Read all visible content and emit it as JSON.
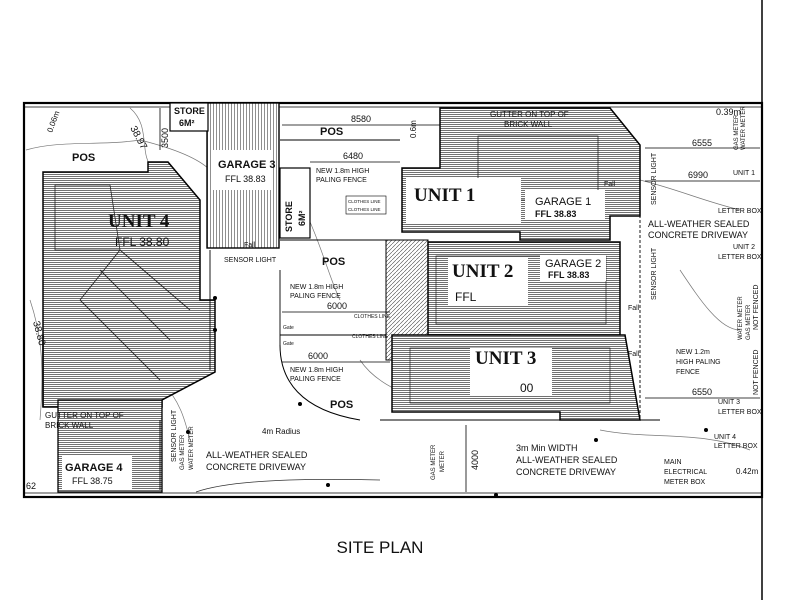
{
  "title": "SITE PLAN",
  "units": {
    "u1": "UNIT 1",
    "u2": "UNIT 2",
    "u3": "UNIT 3",
    "u4": "UNIT 4",
    "u2_ffl": "FFL",
    "u3_ffl": "00",
    "u4_ffl": "FFL 38.80"
  },
  "garages": {
    "g1": "GARAGE 1",
    "g1_ffl": "FFL 38.83",
    "g2": "GARAGE 2",
    "g2_ffl": "FFL 38.83",
    "g3": "GARAGE 3",
    "g3_ffl": "FFL 38.83",
    "g4": "GARAGE 4",
    "g4_ffl": "FFL 38.75"
  },
  "stores": {
    "top": "STORE",
    "top_area": "6M²",
    "side": "STORE",
    "side_area": "6M²"
  },
  "pos": [
    "POS",
    "POS",
    "POS",
    "POS"
  ],
  "dims": {
    "d8580": "8580",
    "d6480": "6480",
    "d6000a": "6000",
    "d6000b": "6000",
    "d6555": "6555",
    "d6990": "6990",
    "d6550": "6550",
    "d4000": "4000",
    "d3500": "3500",
    "d039": "0.39m",
    "d042": "0.42m",
    "d06a": "0.06m",
    "d06b": "0.6m",
    "d3897": "38.97",
    "d3880": "38.80",
    "d62": "62"
  },
  "notes": {
    "gutter_top_1": "GUTTER ON TOP OF",
    "gutter_top_2": "BRICK WALL",
    "gutter_left_1": "GUTTER ON TOP OF",
    "gutter_left_2": "BRICK WALL",
    "fence1_1": "NEW 1.8m HIGH",
    "fence1_2": "PALING FENCE",
    "fence2_1": "NEW 1.8m HIGH",
    "fence2_2": "PALING FENCE",
    "fence3_1": "NEW 1.8m HIGH",
    "fence3_2": "PALING FENCE",
    "fence4_1": "NEW 1.2m",
    "fence4_2": "HIGH PALING",
    "fence4_3": "FENCE",
    "sensor1": "SENSOR LIGHT",
    "sensor2": "SENSOR LIGHT",
    "sensor3": "SENSOR LIGHT",
    "sensor4": "SENSOR LIGHT",
    "clothes1": "CLOTHES LINE",
    "clothes2": "CLOTHES LINE",
    "clothes3": "CLOTHES LINE",
    "clothes4": "CLOTHES LINE",
    "drive_r_1": "ALL-WEATHER SEALED",
    "drive_r_2": "CONCRETE DRIVEWAY",
    "drive_l_1": "ALL-WEATHER SEALED",
    "drive_l_2": "CONCRETE DRIVEWAY",
    "drive_c_0": "3m Min WIDTH",
    "drive_c_1": "ALL-WEATHER SEALED",
    "drive_c_2": "CONCRETE DRIVEWAY",
    "radius": "4m Radius",
    "lb1_1": "UNIT 1",
    "lb1_2": "LETTER BOX",
    "lb2_1": "UNIT 2",
    "lb2_2": "LETTER BOX",
    "lb3_1": "UNIT 3",
    "lb3_2": "LETTER BOX",
    "lb4_1": "UNIT 4",
    "lb4_2": "LETTER BOX",
    "main_elec_1": "MAIN",
    "main_elec_2": "ELECTRICAL",
    "main_elec_3": "METER BOX",
    "not_fenced1": "NOT FENCED",
    "not_fenced2": "NOT FENCED",
    "water_meter": "WATER METER",
    "gas_meter": "GAS METER",
    "water_meter2": "WATER METER",
    "gas_meter2": "GAS METER",
    "gas_meter3": "GAS METER",
    "water_meter3": "WATER METER",
    "gas_meter4": "GAS METER",
    "water_meter4": "METER",
    "fall": "Fall",
    "gate": "Gate"
  }
}
